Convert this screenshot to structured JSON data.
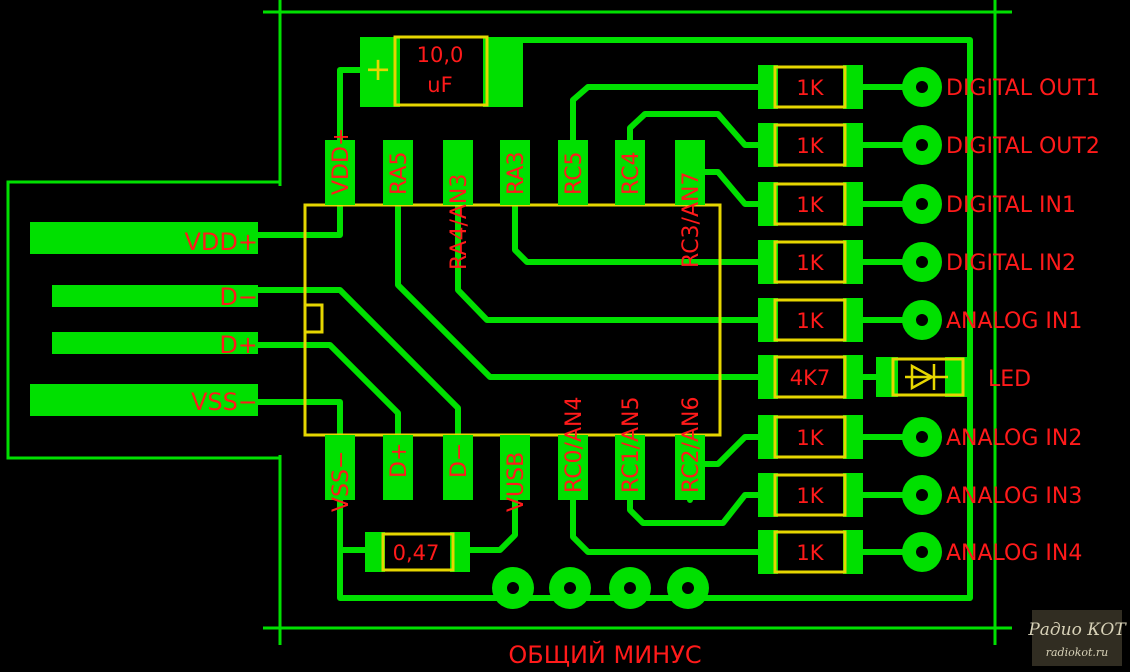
{
  "colors": {
    "background": "#000000",
    "copper": "#00e000",
    "silkscreen": "#e6d600",
    "text": "#ff1a1a"
  },
  "usb_pins": [
    "VDD+",
    "D−",
    "D+",
    "VSS−"
  ],
  "ic_pins_top": [
    "VDD+",
    "RA5",
    "RA4/AN3",
    "RA3",
    "RC5",
    "RC4",
    "RC3/AN7"
  ],
  "ic_pins_bottom": [
    "VSS−",
    "D+",
    "D−",
    "VUSB",
    "RC0/AN4",
    "RC1/AN5",
    "RC2/AN6"
  ],
  "capacitor_top": {
    "value_line1": "10,0",
    "value_line2": "uF",
    "polarity": "+"
  },
  "capacitor_bottom": {
    "value": "0,47"
  },
  "resistors": [
    "1K",
    "1K",
    "1K",
    "1K",
    "1K",
    "4K7",
    "1K",
    "1K",
    "1K"
  ],
  "outputs": [
    "DIGITAL OUT1",
    "DIGITAL OUT2",
    "DIGITAL IN1",
    "DIGITAL IN2",
    "ANALOG IN1",
    "LED",
    "ANALOG IN2",
    "ANALOG IN3",
    "ANALOG IN4"
  ],
  "ground_label": "ОБЩИЙ МИНУС",
  "watermark": {
    "line1": "Радио КОТ",
    "line2": "radiokot.ru"
  }
}
